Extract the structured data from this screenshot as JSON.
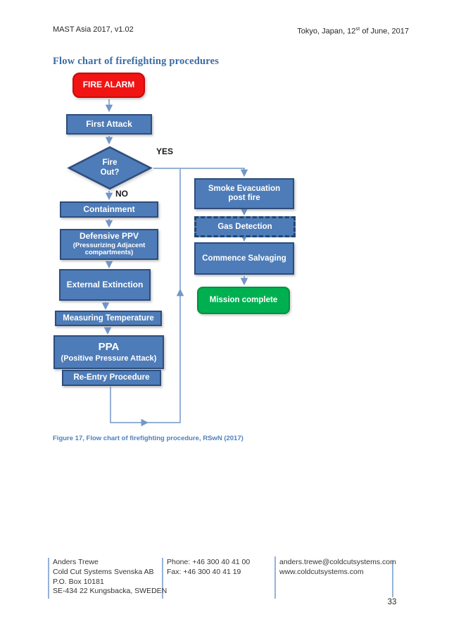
{
  "header": {
    "left": "MAST Asia 2017, v1.02",
    "right_pre": "Tokyo, Japan, 12",
    "right_sup": "st",
    "right_post": " of June, 2017"
  },
  "title": "Flow chart of firefighting procedures",
  "flowchart": {
    "fire_alarm": "FIRE ALARM",
    "first_attack": "First Attack",
    "fire_out": "Fire Out?",
    "yes_label": "YES",
    "no_label": "NO",
    "containment": "Containment",
    "defensive_ppv": "Defensive PPV",
    "defensive_ppv_sub": "(Pressurizing Adjacent compartments)",
    "external_extinction": "External Extinction",
    "measuring_temperature": "Measuring Temperature",
    "ppa": "PPA",
    "ppa_sub": "(Positive Pressure Attack)",
    "re_entry": "Re-Entry Procedure",
    "smoke_evacuation": "Smoke Evacuation post fire",
    "gas_detection": "Gas Detection",
    "commence_salvaging": "Commence Salvaging",
    "mission_complete": "Mission complete",
    "colors": {
      "alarm_red": "#F01414",
      "box_blue": "#4E7CB8",
      "box_blue_border": "#2E4D7B",
      "success_green": "#00B050",
      "connector_blue": "#7396C8"
    }
  },
  "caption": "Figure 17, Flow chart of firefighting procedure, RSwN (2017)",
  "footer": {
    "column1": [
      "Anders Trewe",
      "Cold Cut Systems Svenska AB",
      "P.O. Box 10181",
      "SE-434 22 Kungsbacka, SWEDEN"
    ],
    "column2": [
      "Phone: +46 300 40 41 00",
      "Fax: +46 300 40 41 19"
    ],
    "column3": [
      "anders.trewe@coldcutsystems.com",
      "www.coldcutsystems.com"
    ],
    "bar_color": "#95B3D7"
  },
  "page_number": "33"
}
